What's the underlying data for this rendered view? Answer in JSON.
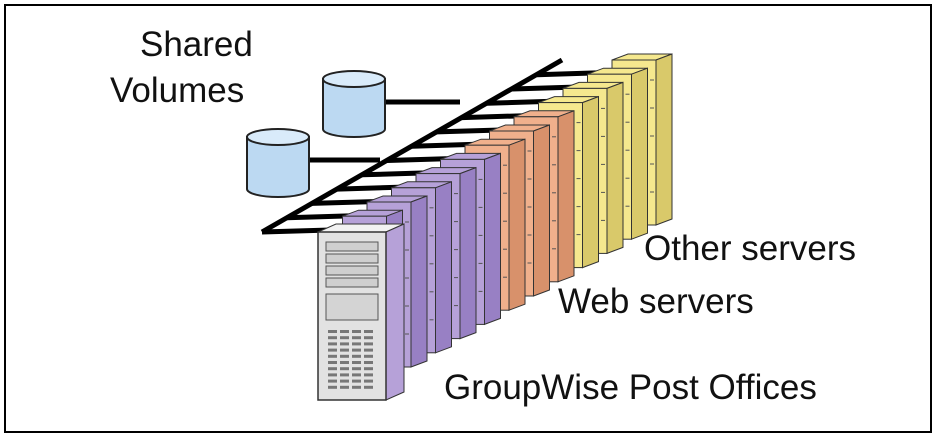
{
  "labels": {
    "shared_volumes_line1": "Shared",
    "shared_volumes_line2": "Volumes",
    "other_servers": "Other servers",
    "web_servers": "Web servers",
    "post_offices": "GroupWise Post Offices"
  },
  "server_groups": [
    {
      "name": "other-servers",
      "count": 4,
      "color": "#f5e88e",
      "side": "#d9c96a"
    },
    {
      "name": "web-servers",
      "count": 3,
      "color": "#f0b08c",
      "side": "#d8916b"
    },
    {
      "name": "post-office-servers",
      "count": 5,
      "color": "#b6a1d8",
      "side": "#9880c4"
    }
  ],
  "colors": {
    "volume_fill": "#bcd9f2",
    "volume_top": "#d9ebfa",
    "front_server": "#e2e2e2",
    "bus": "#000000"
  }
}
